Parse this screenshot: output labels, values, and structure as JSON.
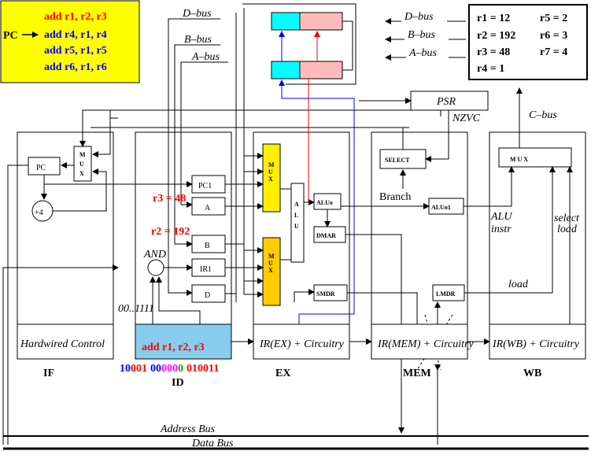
{
  "colors": {
    "program_box": "#ffff00",
    "id_ir_fill": "#88ccee",
    "mux_fill": "#ffee00",
    "mux_orange": "#ffcc00",
    "reg_cyan": "#00ffff",
    "reg_pink": "#ffbbbb",
    "red": "#ff0000",
    "blue": "#0000ff"
  },
  "program": {
    "pc_label": "PC",
    "lines": [
      "add r1, r2, r3",
      "add r4, r1, r4",
      "add r5, r1, r5",
      "add r6, r1, r6"
    ]
  },
  "regfile": {
    "col1": [
      "r1 = 12",
      "r2 = 192",
      "r3 = 48",
      "r4 = 1"
    ],
    "col2": [
      "r5 = 2",
      "r6 = 3",
      "r7 = 4"
    ]
  },
  "buses": {
    "d_bus": "D–bus",
    "b_bus": "B–bus",
    "a_bus": "A–bus",
    "c_bus": "C–bus",
    "address_bus": "Address Bus",
    "data_bus": "Data Bus"
  },
  "blocks": {
    "pc": "PC",
    "plus4": "+4",
    "mux_pc": [
      "M",
      "U",
      "X"
    ],
    "pc1": "PC1",
    "a": "A",
    "b": "B",
    "ir1": "IR1",
    "d": "D",
    "and": "AND",
    "mux_ex": [
      "M",
      "U",
      "X"
    ],
    "alu": [
      "A",
      "L",
      "U"
    ],
    "aluo": "ALUo",
    "dmar": "DMAR",
    "smdr": "SMDR",
    "select": "SELECT",
    "branch": "Branch",
    "aluo1": "ALUo1",
    "lmdr": "LMDR",
    "mux_wb": "M U X",
    "psr": "PSR",
    "nzvc": "NZVC",
    "alu_instr": [
      "ALU",
      "instr"
    ],
    "select_load": [
      "select",
      "load"
    ],
    "load": "load",
    "mask": "00..1111",
    "r3_val": "r3 = 48",
    "r2_val": "r2 = 192"
  },
  "stages": {
    "hardwired": "Hardwired Control",
    "id_instr": "add r1, r2, r3",
    "ex_ir": "IR(EX) + Circuitry",
    "mem_ir": "IR(MEM) + Circuitry",
    "wb_ir": "IR(WB) + Circuitry",
    "names": [
      "IF",
      "ID",
      "EX",
      "MEM",
      "WB"
    ]
  },
  "encoding": [
    {
      "text": "10",
      "color": "#0000ff"
    },
    {
      "text": "001",
      "color": "#ff0000"
    },
    {
      "text": "00",
      "color": "#0000ff"
    },
    {
      "text": "000",
      "color": "#ff00ff"
    },
    {
      "text": "0",
      "color": "#00aa00"
    },
    {
      "text": "010011",
      "color": "#ff0000"
    }
  ]
}
